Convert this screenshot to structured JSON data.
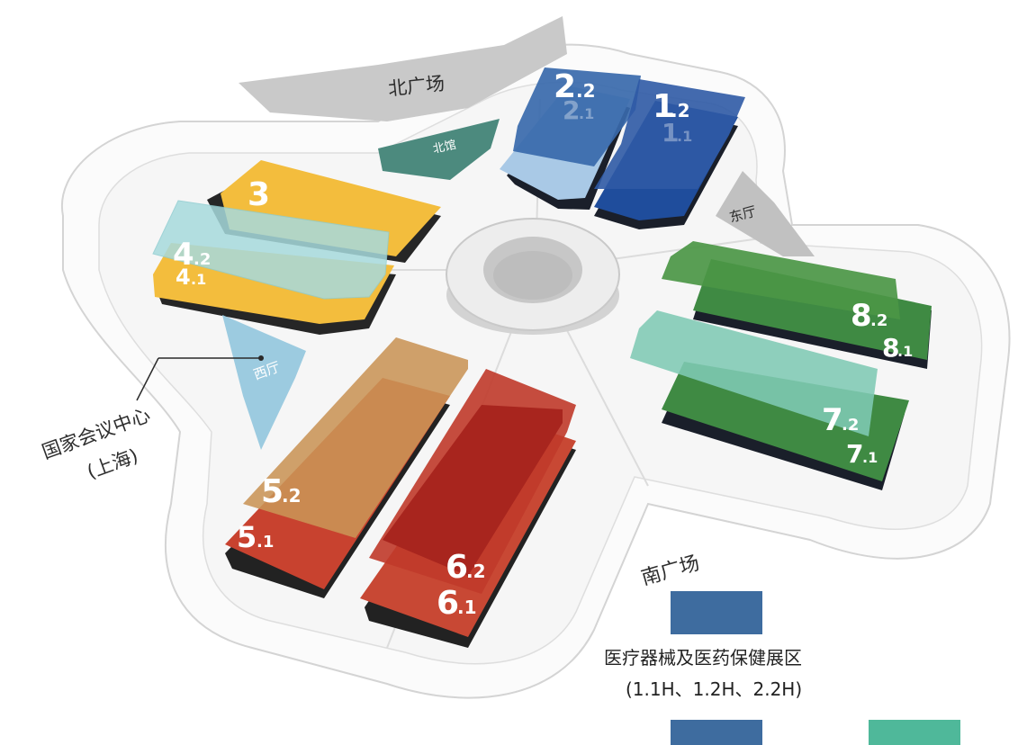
{
  "map": {
    "north_plaza": "北广场",
    "south_plaza": "南广场",
    "north_hall": "北馆",
    "east_hall": "东厅",
    "west_hall": "西厅",
    "conference_center": {
      "line1": "国家会议中心",
      "line2": "(上海)"
    }
  },
  "halls": {
    "h1_2": {
      "num": "1",
      "sub": ".2"
    },
    "h1_1": {
      "num": "1",
      "sub": ".1"
    },
    "h2_2": {
      "num": "2",
      "sub": ".2"
    },
    "h2_1": {
      "num": "2",
      "sub": ".1"
    },
    "h3": {
      "num": "3",
      "sub": ""
    },
    "h4_2": {
      "num": "4",
      "sub": ".2"
    },
    "h4_1": {
      "num": "4",
      "sub": ".1"
    },
    "h5_2": {
      "num": "5",
      "sub": ".2"
    },
    "h5_1": {
      "num": "5",
      "sub": ".1"
    },
    "h6_2": {
      "num": "6",
      "sub": ".2"
    },
    "h6_1": {
      "num": "6",
      "sub": ".1"
    },
    "h7_2": {
      "num": "7",
      "sub": ".2"
    },
    "h7_1": {
      "num": "7",
      "sub": ".1"
    },
    "h8_2": {
      "num": "8",
      "sub": ".2"
    },
    "h8_1": {
      "num": "8",
      "sub": ".1"
    }
  },
  "legend": {
    "item1": {
      "title": "医疗器械及医药保健展区",
      "halls": "(1.1H、1.2H、2.2H)",
      "color": "#3e6c9f"
    },
    "item2_color": "#3e6c9f",
    "item3_color": "#4fb89a"
  },
  "colors": {
    "blue": "#2f5a9c",
    "light_blue": "#a9c9e6",
    "yellow": "#f3bd3d",
    "cyan": "#a7dadd",
    "brown": "#c99456",
    "red": "#c84834",
    "dark_red": "#a8251e",
    "green": "#3f8a43",
    "teal": "#7fcab4",
    "gray": "#c9c9c9",
    "dark_teal": "#4c8a7e",
    "west": "#9ccbe0"
  }
}
